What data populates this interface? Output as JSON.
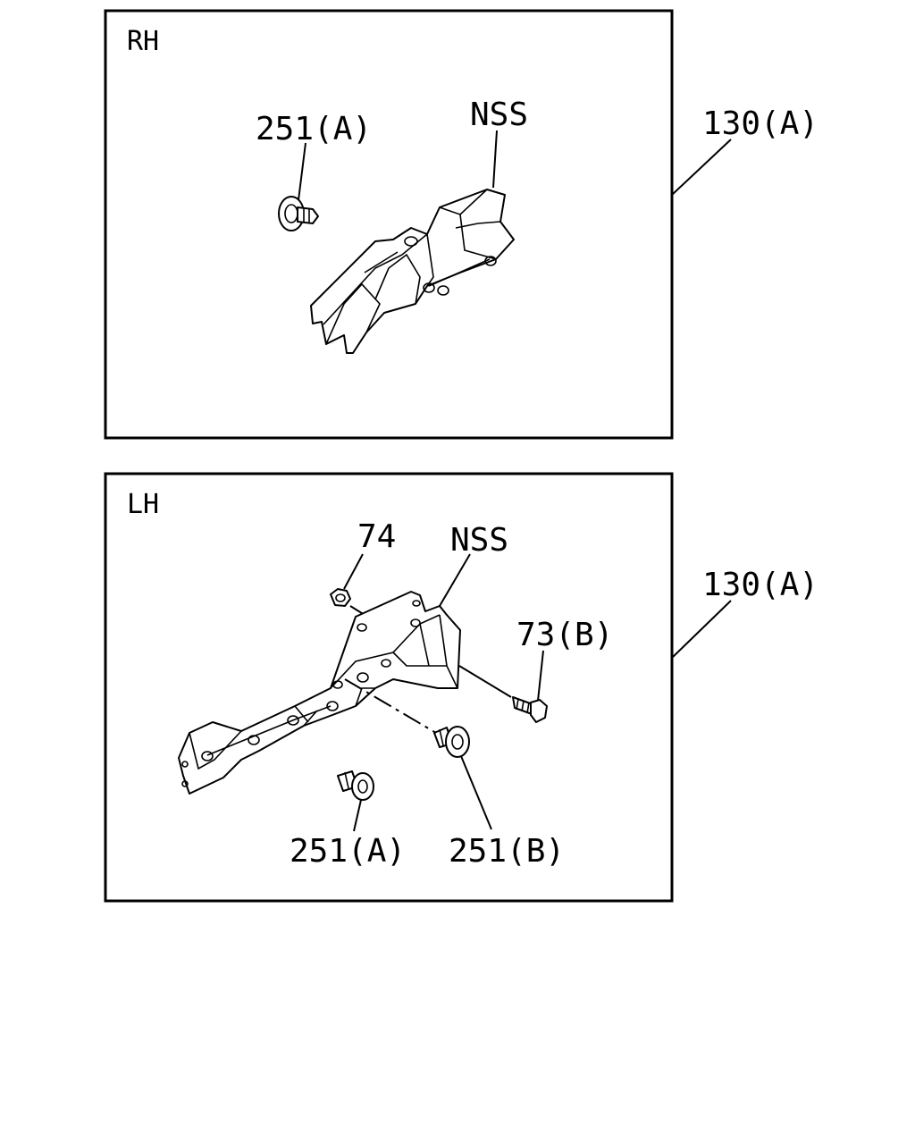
{
  "panels": [
    {
      "title": "RH",
      "callouts": {
        "fastener": "251(A)",
        "bracket": "NSS",
        "assembly": "130(A)"
      }
    },
    {
      "title": "LH",
      "callouts": {
        "nut": "74",
        "bracket": "NSS",
        "bolt": "73(B)",
        "assembly": "130(A)",
        "clip_a": "251(A)",
        "clip_b": "251(B)"
      }
    }
  ]
}
